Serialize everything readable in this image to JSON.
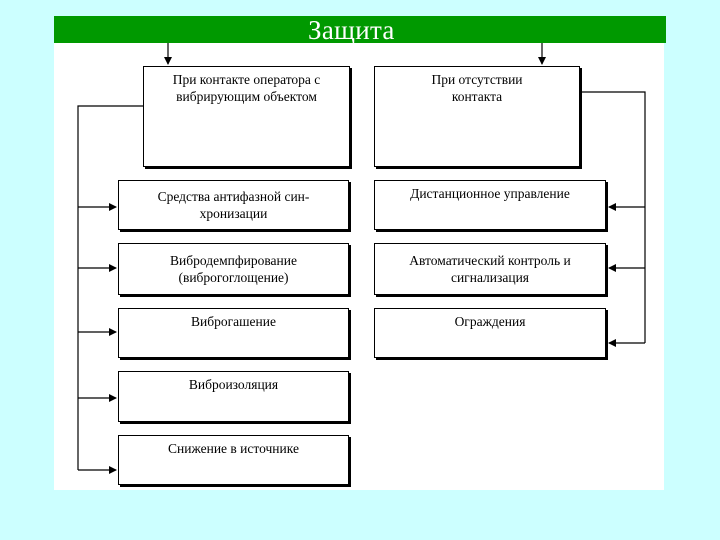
{
  "title": "Защита",
  "left_column": {
    "header": "При контакте оператора с вибрирующим объектом",
    "items": [
      "Средства антифазной син-хронизации",
      "Вибродемпфирование (виброгоглощение)",
      "Виброгашение",
      "Виброизоляция",
      "Снижение в источнике"
    ]
  },
  "right_column": {
    "header": "При отсутствии контакта",
    "items": [
      "Дистанционное управление",
      "Автоматический контроль и сигнализация",
      "Ограждения"
    ]
  },
  "colors": {
    "background": "#ccffff",
    "header_bar": "#009900",
    "title_text": "#ffffff"
  }
}
